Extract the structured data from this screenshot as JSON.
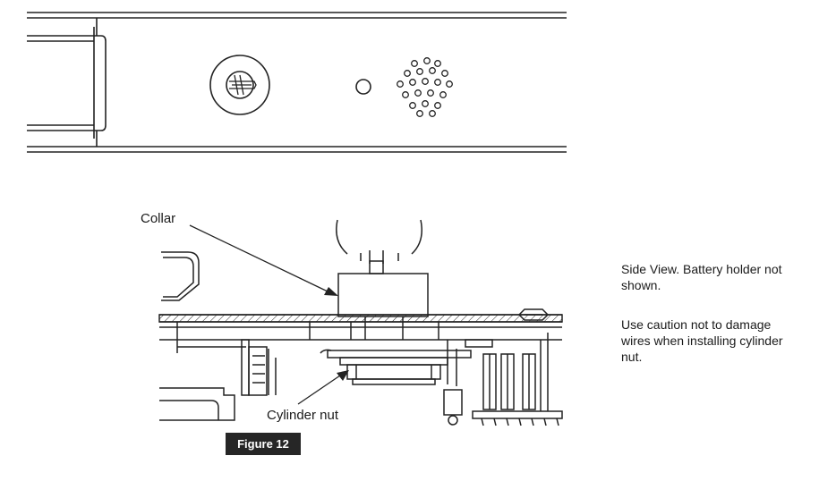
{
  "callouts": {
    "collar": "Collar",
    "cylinder_nut": "Cylinder nut"
  },
  "notes": {
    "side_view": "Side View. Battery holder not shown.",
    "caution": "Use caution not to damage wires when installing cylinder nut."
  },
  "figure": {
    "label": "Figure 12"
  }
}
